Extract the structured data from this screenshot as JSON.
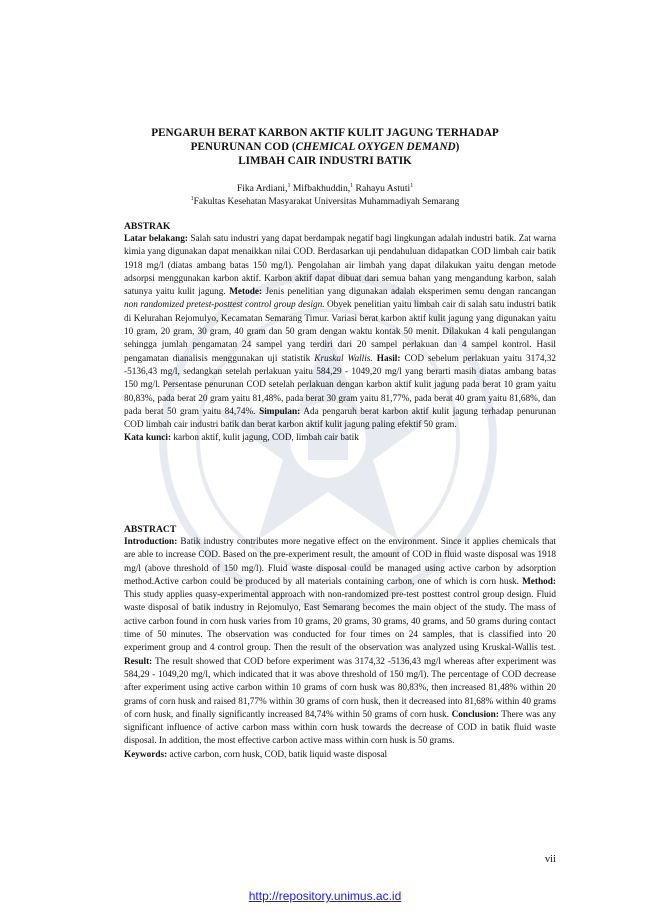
{
  "title": {
    "line1": "PENGARUH BERAT KARBON AKTIF KULIT JAGUNG TERHADAP",
    "line2_pre": "PENURUNAN COD (",
    "line2_italic": "CHEMICAL OXYGEN DEMAND",
    "line2_post": ")",
    "line3": "LIMBAH CAIR INDUSTRI BATIK"
  },
  "authors": {
    "a1": "Fika Ardiani,",
    "a1_sup": "1",
    "a2": " Mifbakhuddin,",
    "a2_sup": "1",
    "a3": " Rahayu Astuti",
    "a3_sup": "1"
  },
  "affiliation": {
    "sup": "1",
    "text": "Fakultas Kesehatan Masyarakat Universitas Muhammadiyah Semarang"
  },
  "abstrak": {
    "heading": "ABSTRAK",
    "latar_label": "Latar belakang:",
    "latar_text": " Salah satu industri yang dapat berdampak negatif bagi lingkungan adalah industri batik. Zat warna kimia yang digunakan dapat menaikkan nilai COD. Berdasarkan uji pendahuluan didapatkan COD limbah cair batik 1918 mg/l (diatas ambang batas 150 mg/l). Pengolahan air limbah yang dapat dilakukan yaitu dengan metode adsorpsi menggunakan karbon aktif. Karbon aktif dapat dibuat dari semua bahan yang mengandung karbon, salah satunya yaitu kulit jagung.",
    "metode_label": "Metode:",
    "metode_text1": " Jenis penelitian yang digunakan adalah eksperimen semu dengan rancangan ",
    "metode_italic": "non randomized pretest-posttest control group design.",
    "metode_text2": " Obyek penelitian yaitu limbah cair di salah satu industri batik di Kelurahan Rejomulyo, Kecamatan Semarang Timur. Variasi berat karbon aktif kulit jagung yang digunakan yaitu 10 gram, 20 gram, 30 gram, 40 gram dan 50 gram dengan waktu kontak 50 menit. Dilakukan 4 kali pengulangan sehingga jumlah pengamatan 24 sampel yang terdiri dari 20 sampel perlakuan dan 4 sampel kontrol. Hasil pengamatan dianalisis menggunakan uji statistik ",
    "metode_italic2": "Kruskal Wallis.",
    "hasil_label": " Hasil:",
    "hasil_text": " COD sebelum perlakuan yaitu 3174,32 -5136,43 mg/l, sedangkan setelah perlakuan yaitu 584,29 - 1049,20 mg/l yang berarti masih diatas ambang batas 150 mg/l. Persentase penurunan COD setelah perlakuan dengan karbon aktif kulit jagung pada berat 10 gram yaitu 80,83%, pada berat 20 gram yaitu 81,48%, pada berat 30 gram yaitu 81,77%, pada berat 40 gram yaitu 81,68%, dan pada berat 50 gram yaitu 84,74%.",
    "simpulan_label": " Simpulan:",
    "simpulan_text": " Ada pengaruh berat karbon aktif kulit jagung terhadap penurunan COD limbah cair industri batik dan berat karbon aktif kulit jagung paling efektif 50 gram.",
    "kata_label": "Kata kunci:",
    "kata_text": " karbon aktif, kulit jagung, COD, limbah cair batik"
  },
  "abstract": {
    "heading": "ABSTRACT",
    "intro_label": "Introduction:",
    "intro_text": " Batik industry contributes more negative effect on the environment. Since it applies chemicals that are able to increase COD. Based on the pre-experiment result, the amount of COD in fluid waste disposal was 1918 mg/l (above threshold of 150 mg/l). Fluid waste disposal could be managed using active carbon by adsorption method.Active carbon could be produced by all materials containing carbon, one of which is corn husk.",
    "method_label": " Method:",
    "method_text": " This study applies quasy-experimental approach with non-randomized pre-test posttest control group design. Fluid waste disposal of batik industry in Rejomulyo, East Semarang becomes the main object of the study. The mass of active carbon found in corn husk varies from 10 grams, 20 grams, 30 grams, 40 grams, and 50 grams during contact time of 50 minutes. The observation was conducted for four times on 24 samples, that is classified into 20 experiment group and 4 control group. Then the result of the observation was analyzed using Kruskal-Wallis test.",
    "result_label": " Result:",
    "result_text": " The result showed that COD before experiment was 3174,32 -5136,43 mg/l whereas after experiment was 584,29 - 1049,20 mg/l, which indicated that it was above threshold of 150 mg/l). The percentage of COD decrease after experiment using active carbon within 10 grams of corn husk was 80,83%, then increased 81,48% within 20 grams of corn husk and raised 81,77% within 30 grams of corn husk, then it decreased into 81,68% within 40 grams of corn husk, and finally significantly increased 84,74% within 50 grams of corn husk.",
    "conclusion_label": " Conclusion:",
    "conclusion_text": " There was any significant influence of active carbon mass within corn husk towards the decrease of COD in batik fluid waste disposal. In addition, the most effective carbon active mass within corn husk is 50 grams.",
    "keywords_label": "Keywords:",
    "keywords_text": " active carbon, corn husk, COD, batik liquid waste disposal"
  },
  "page_number": "vii",
  "footer_url": "http://repository.unimus.ac.id"
}
